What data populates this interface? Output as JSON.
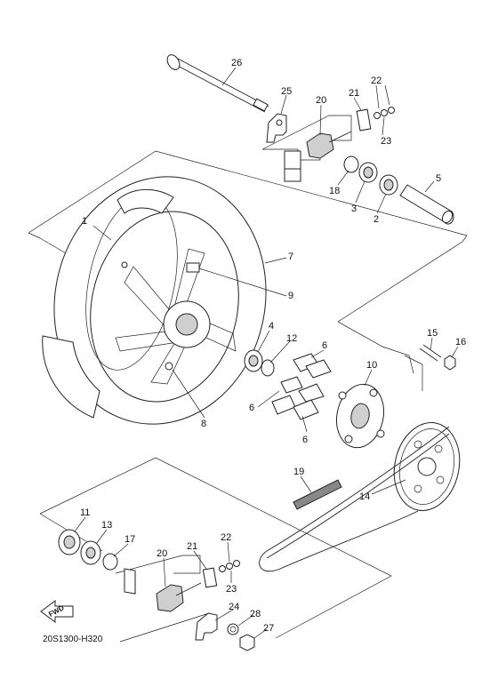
{
  "diagram": {
    "drawing_code": "20S1300-H320",
    "fwd_label": "FWD",
    "callouts": [
      {
        "id": "c26",
        "text": "26"
      },
      {
        "id": "c25",
        "text": "25"
      },
      {
        "id": "c20a",
        "text": "20"
      },
      {
        "id": "c21a",
        "text": "21"
      },
      {
        "id": "c22a",
        "text": "22"
      },
      {
        "id": "c23a",
        "text": "23"
      },
      {
        "id": "c18",
        "text": "18"
      },
      {
        "id": "c3",
        "text": "3"
      },
      {
        "id": "c2",
        "text": "2"
      },
      {
        "id": "c5",
        "text": "5"
      },
      {
        "id": "c1",
        "text": "1"
      },
      {
        "id": "c7",
        "text": "7"
      },
      {
        "id": "c9",
        "text": "9"
      },
      {
        "id": "c4",
        "text": "4"
      },
      {
        "id": "c12",
        "text": "12"
      },
      {
        "id": "c6a",
        "text": "6"
      },
      {
        "id": "c6b",
        "text": "6"
      },
      {
        "id": "c6c",
        "text": "6"
      },
      {
        "id": "c10",
        "text": "10"
      },
      {
        "id": "c15",
        "text": "15"
      },
      {
        "id": "c16",
        "text": "16"
      },
      {
        "id": "c8",
        "text": "8"
      },
      {
        "id": "c19",
        "text": "19"
      },
      {
        "id": "c14",
        "text": "14"
      },
      {
        "id": "c11",
        "text": "11"
      },
      {
        "id": "c13",
        "text": "13"
      },
      {
        "id": "c17",
        "text": "17"
      },
      {
        "id": "c20b",
        "text": "20"
      },
      {
        "id": "c21b",
        "text": "21"
      },
      {
        "id": "c22b",
        "text": "22"
      },
      {
        "id": "c23b",
        "text": "23"
      },
      {
        "id": "c24",
        "text": "24"
      },
      {
        "id": "c28",
        "text": "28"
      },
      {
        "id": "c27",
        "text": "27"
      }
    ]
  }
}
